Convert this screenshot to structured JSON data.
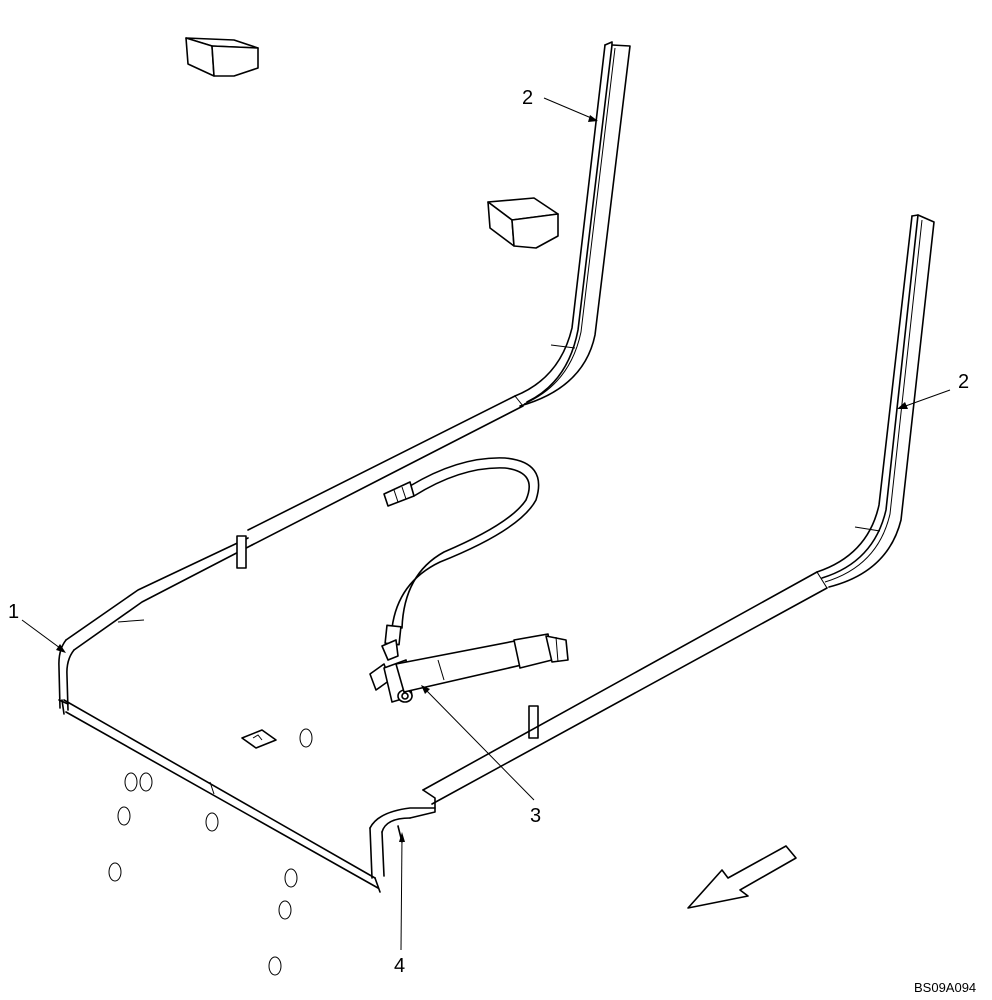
{
  "callouts": {
    "item_1": "1",
    "item_2_upper": "2",
    "item_2_right": "2",
    "item_3": "3",
    "item_4": "4"
  },
  "reference_code": "BS09A094",
  "icons": {
    "direction_arrow": "front-direction-arrow-icon",
    "block": "pad-block-icon",
    "hole": "hole-icon"
  }
}
